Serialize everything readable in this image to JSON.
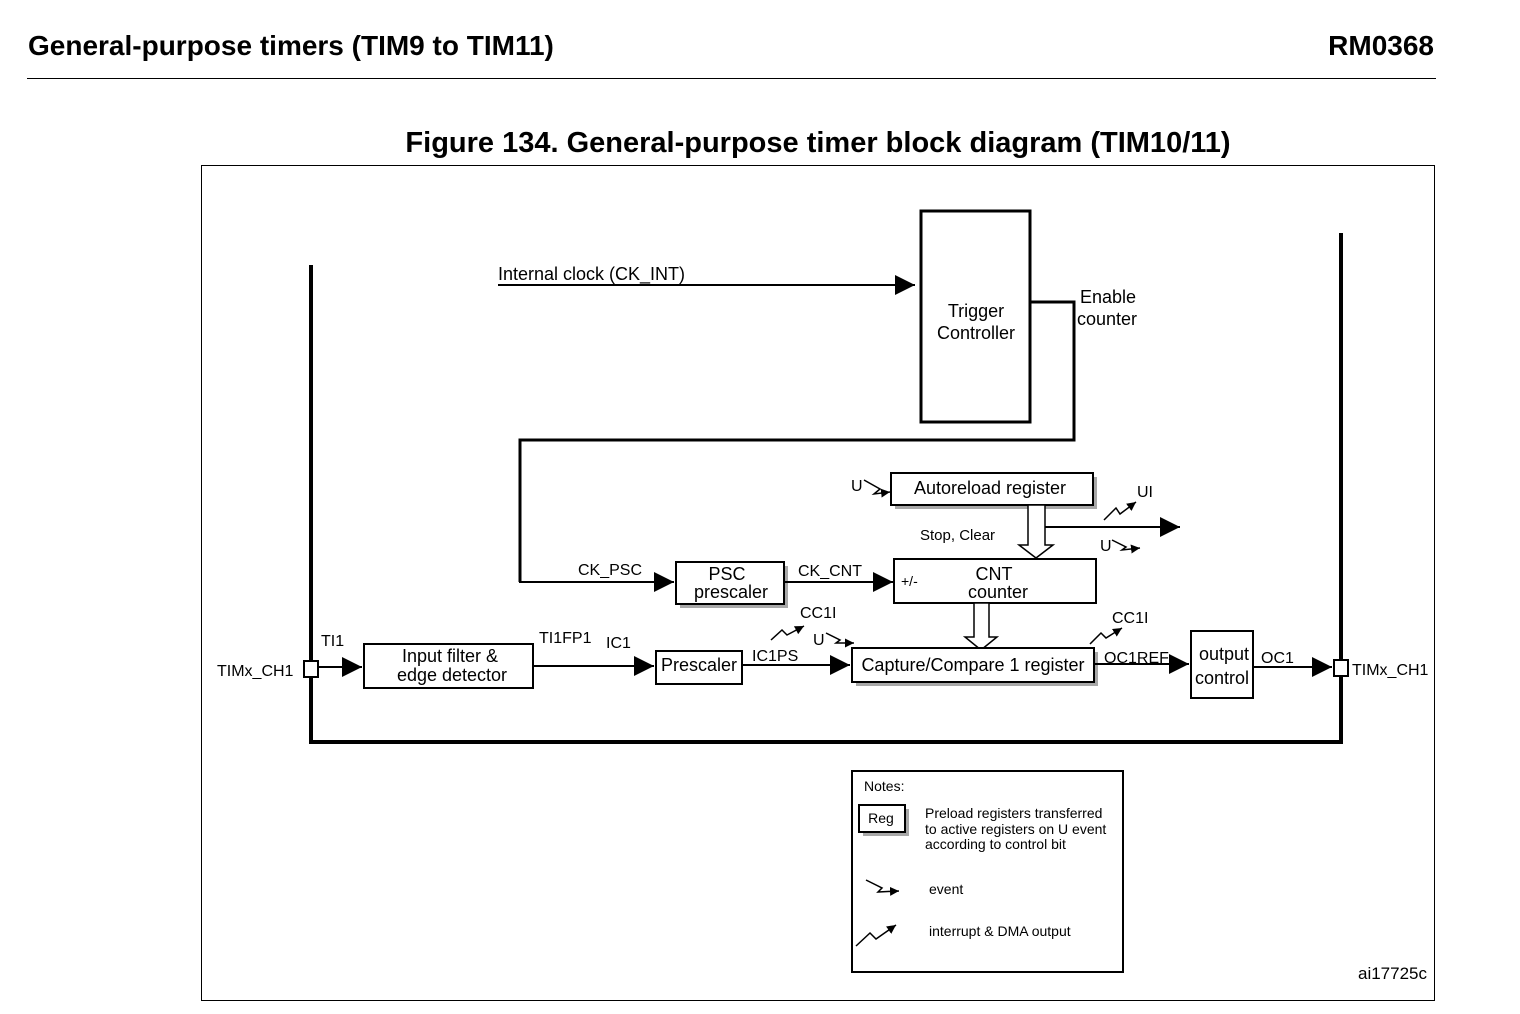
{
  "header": {
    "section_title": "General-purpose timers (TIM9 to TIM11)",
    "doc_id": "RM0368"
  },
  "figure": {
    "title": "Figure 134. General-purpose timer block diagram (TIM10/11)",
    "ref_code": "ai17725c"
  },
  "blocks": {
    "trigger_controller": [
      "Trigger",
      "Controller"
    ],
    "autoreload": "Autoreload register",
    "psc": [
      "PSC",
      "prescaler"
    ],
    "cnt": [
      "CNT",
      "counter"
    ],
    "cnt_sign": "+/-",
    "input_filter": [
      "Input filter &",
      "edge detector"
    ],
    "prescaler": "Prescaler",
    "capture_compare": "Capture/Compare 1 register",
    "output_control": [
      "output",
      "control"
    ]
  },
  "signals": {
    "internal_clock": "Internal clock (CK_INT)",
    "enable_counter": [
      "Enable",
      "counter"
    ],
    "ck_psc": "CK_PSC",
    "ck_cnt": "CK_CNT",
    "stop_clear": "Stop, Clear",
    "u_autoreload": "U",
    "ui": "UI",
    "u_update": "U",
    "ti1": "TI1",
    "ti1fp1": "TI1FP1",
    "ic1": "IC1",
    "ic1ps": "IC1PS",
    "cc1i_in": "CC1I",
    "u_capture": "U",
    "cc1i_out": "CC1I",
    "oc1ref": "OC1REF",
    "oc1": "OC1",
    "pin_in": "TIMx_CH1",
    "pin_out": "TIMx_CH1"
  },
  "notes": {
    "title": "Notes:",
    "reg_label": "Reg",
    "reg_desc": [
      "Preload registers transferred",
      "to active registers on U event",
      "according to control bit"
    ],
    "event_label": "event",
    "interrupt_label": "interrupt & DMA output"
  }
}
